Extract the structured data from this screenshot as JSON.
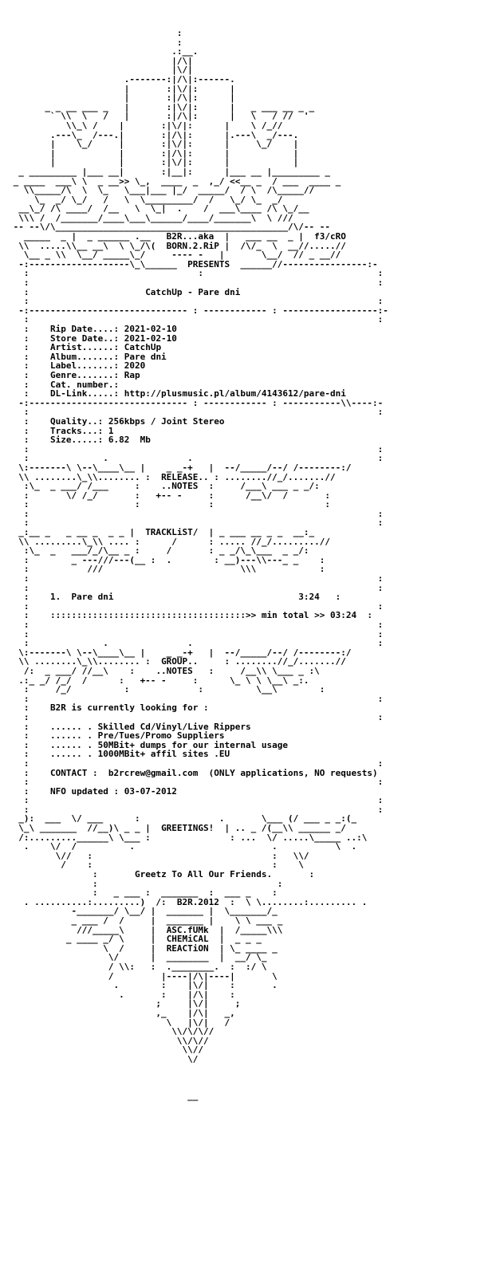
{
  "header": {
    "group_line1": "B2R....aka",
    "group_line2": "BORN.2.RiP",
    "presents": "PRESENTS",
    "artist_credit": "f3/cRO"
  },
  "release": {
    "title": "CatchUp - Pare dni"
  },
  "info": {
    "rip_date_label": "Rip Date....:",
    "rip_date": "2021-02-10",
    "store_date_label": "Store Date..:",
    "store_date": "2021-02-10",
    "artist_label": "Artist......:",
    "artist": "CatchUp",
    "album_label": "Album.......:",
    "album": "Pare dni",
    "label_label": "Label.......:",
    "label": "2020",
    "genre_label": "Genre.......:",
    "genre": "Rap",
    "cat_label": "Cat. number.:",
    "cat": "",
    "dl_label": "DL-Link.....:",
    "dl": "http://plusmusic.pl/album/4143612/pare-dni"
  },
  "quality": {
    "quality_label": "Quality..:",
    "quality": "256kbps / Joint Stereo",
    "tracks_label": "Tracks...:",
    "tracks": "1",
    "size_label": "Size.....:",
    "size": "6.82  Mb"
  },
  "sections": {
    "release_notes_1": "RELEASE..",
    "release_notes_2": "..NOTES",
    "tracklist": "TRACKLiST",
    "group_notes_1": "GROUP..",
    "group_notes_2": "..NOTES",
    "greetings": "GREETINGS"
  },
  "tracklist": {
    "track_no": "1.",
    "track_name": "Pare dni",
    "track_time": "3:24",
    "total_text": ":::::::::::::::::::::::::::::::::::::>> min total >> 03:24"
  },
  "group_notes": {
    "looking": "B2R is currently looking for :",
    "item1": "...... . Skilled Cd/Vinyl/Live Rippers",
    "item2": "...... . Pre/Tues/Promo Suppliers",
    "item3": "...... . 50MBit+ dumps for our internal usage",
    "item4": "...... . 1000MBit+ affil sites .EU",
    "contact": "CONTACT :  b2rcrew@gmail.com  (ONLY applications, NO requests)",
    "updated": "NFO updated : 03-07-2012"
  },
  "greetings": {
    "text": "Greetz To All Our Friends."
  },
  "footer": {
    "b2r": "B2R.2012",
    "asc1": "ASC.fUMk",
    "asc2": "CHEMiCAL",
    "asc3": "REACTiON",
    "end": "__"
  }
}
